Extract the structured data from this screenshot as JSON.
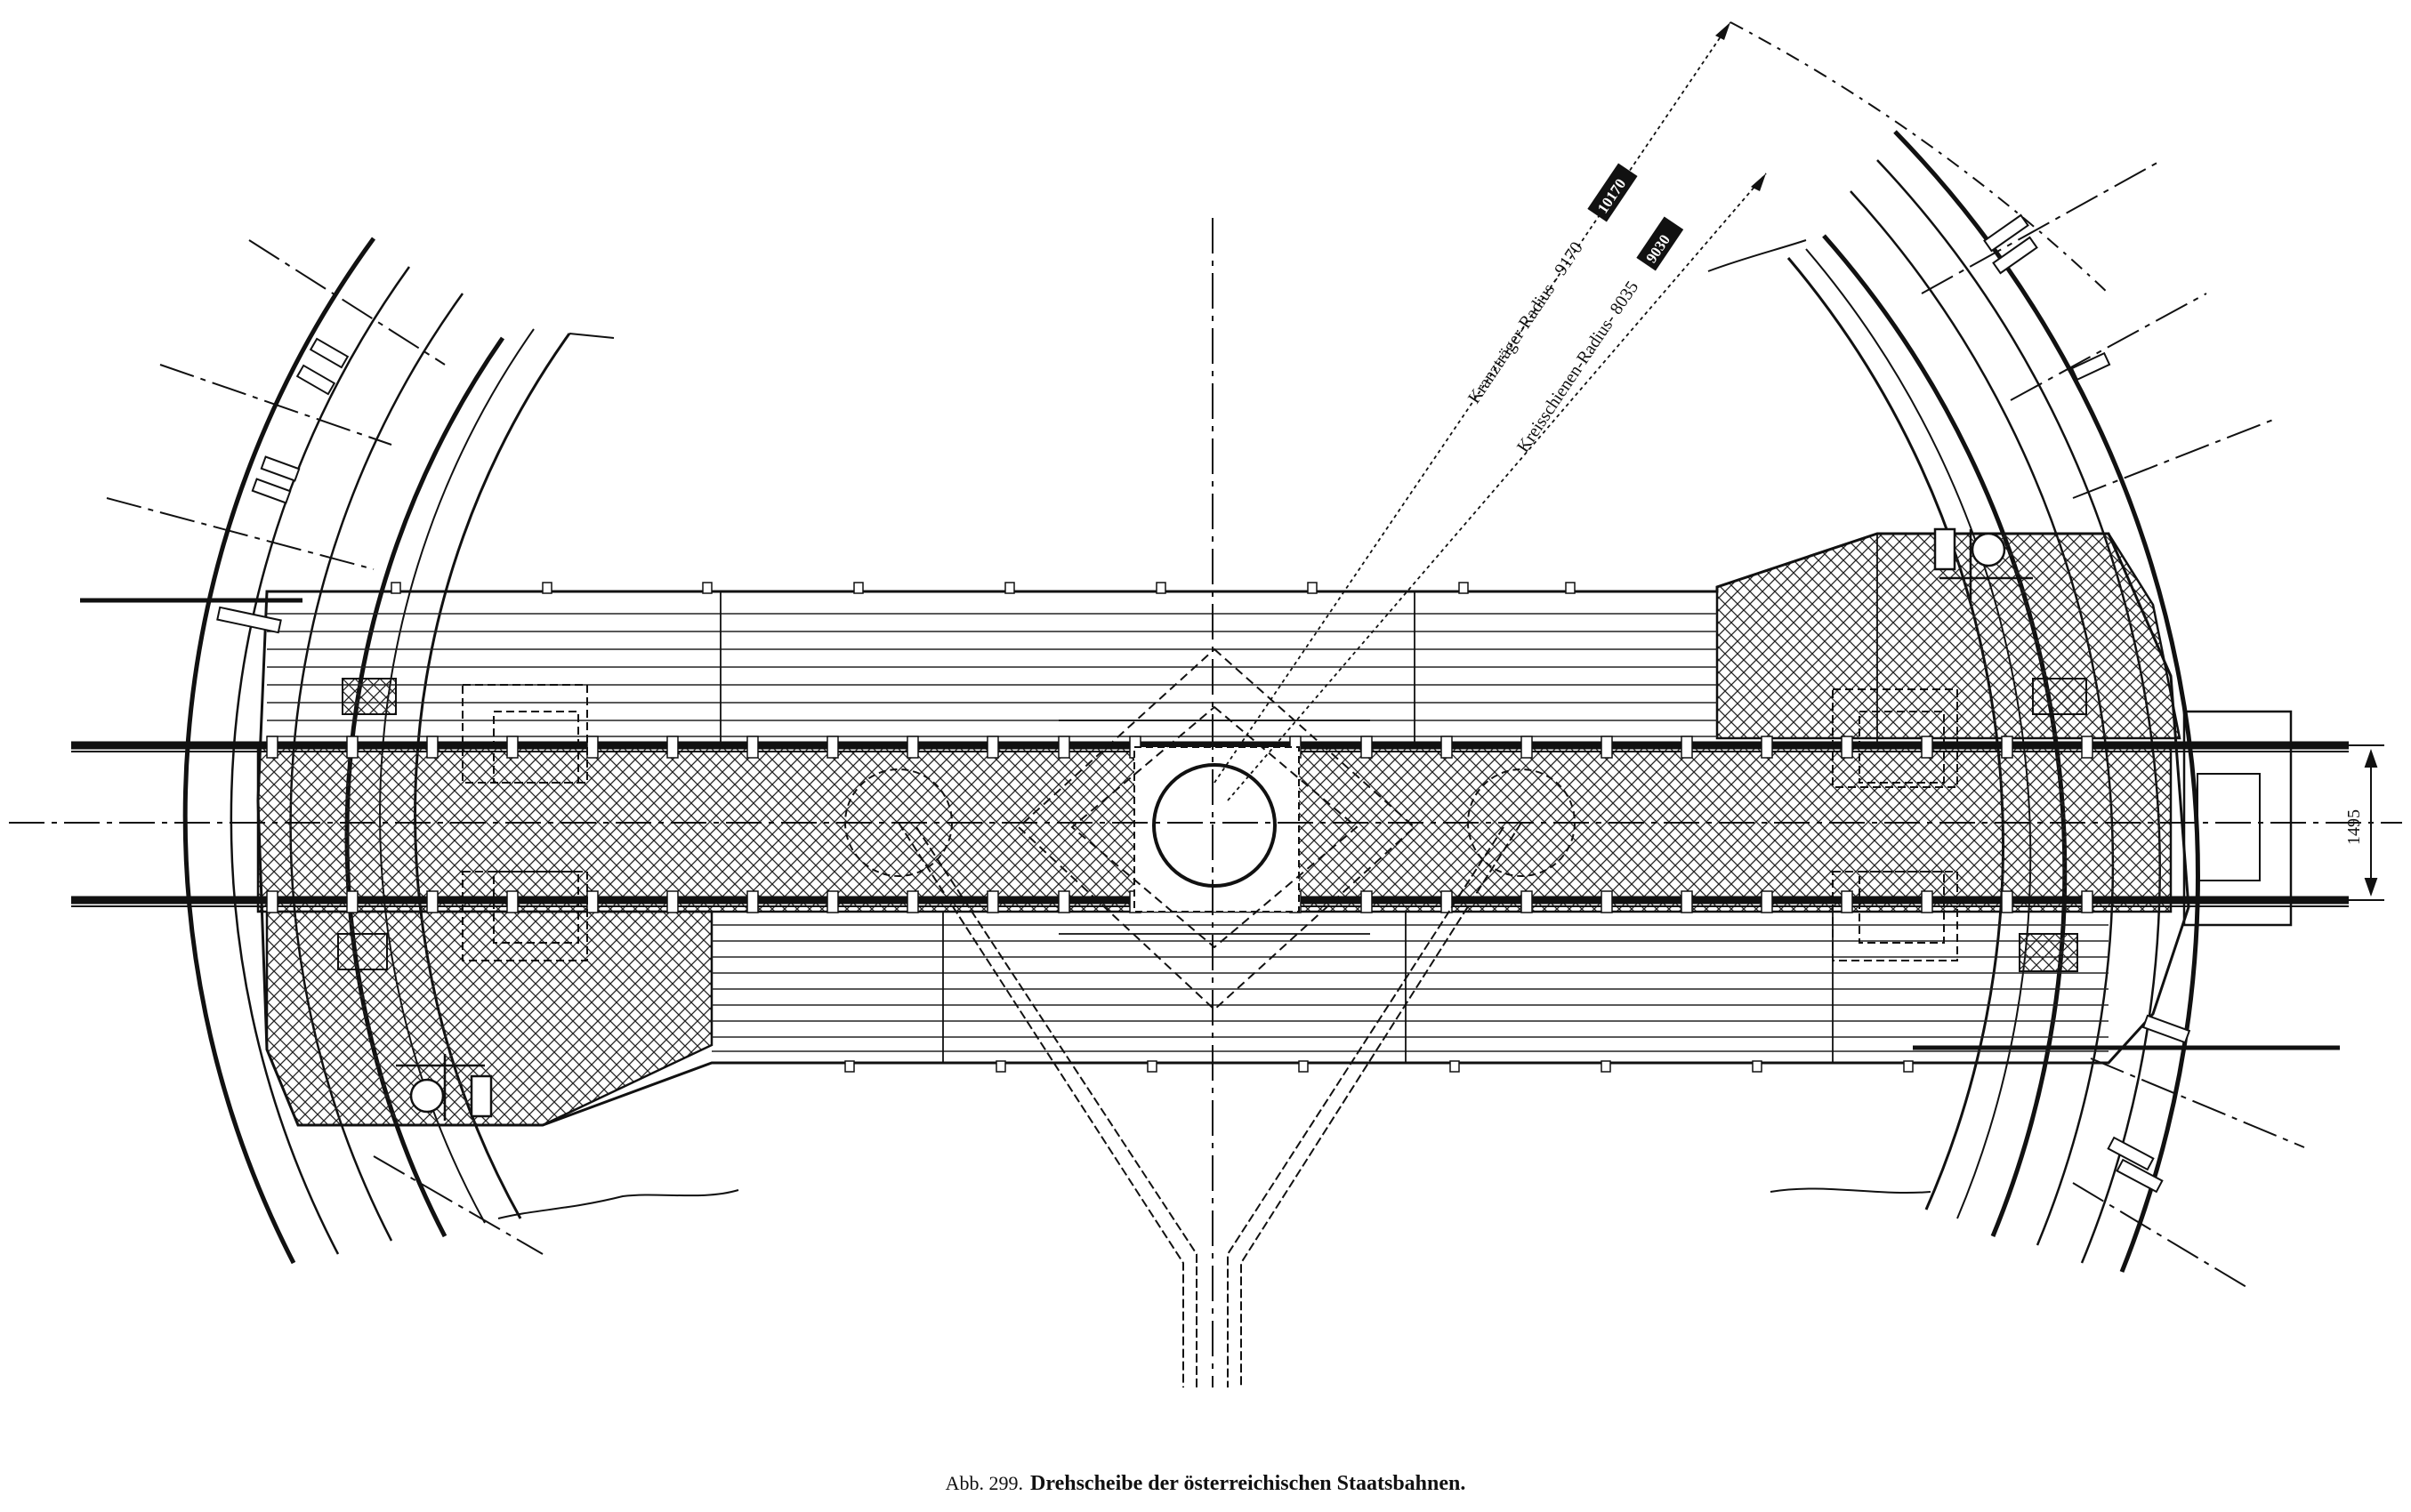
{
  "caption": {
    "label": "Abb. 299.",
    "title": "Drehscheibe der österreichischen Staatsbahnen."
  },
  "annotations": {
    "crane_radius_label": "Kranzträger-Radius - 9170",
    "crane_radius_box": "10170",
    "rail_radius_label": "Kreisschienen-Radius- 8035",
    "rail_radius_box": "9030",
    "track_gauge": "1495"
  }
}
